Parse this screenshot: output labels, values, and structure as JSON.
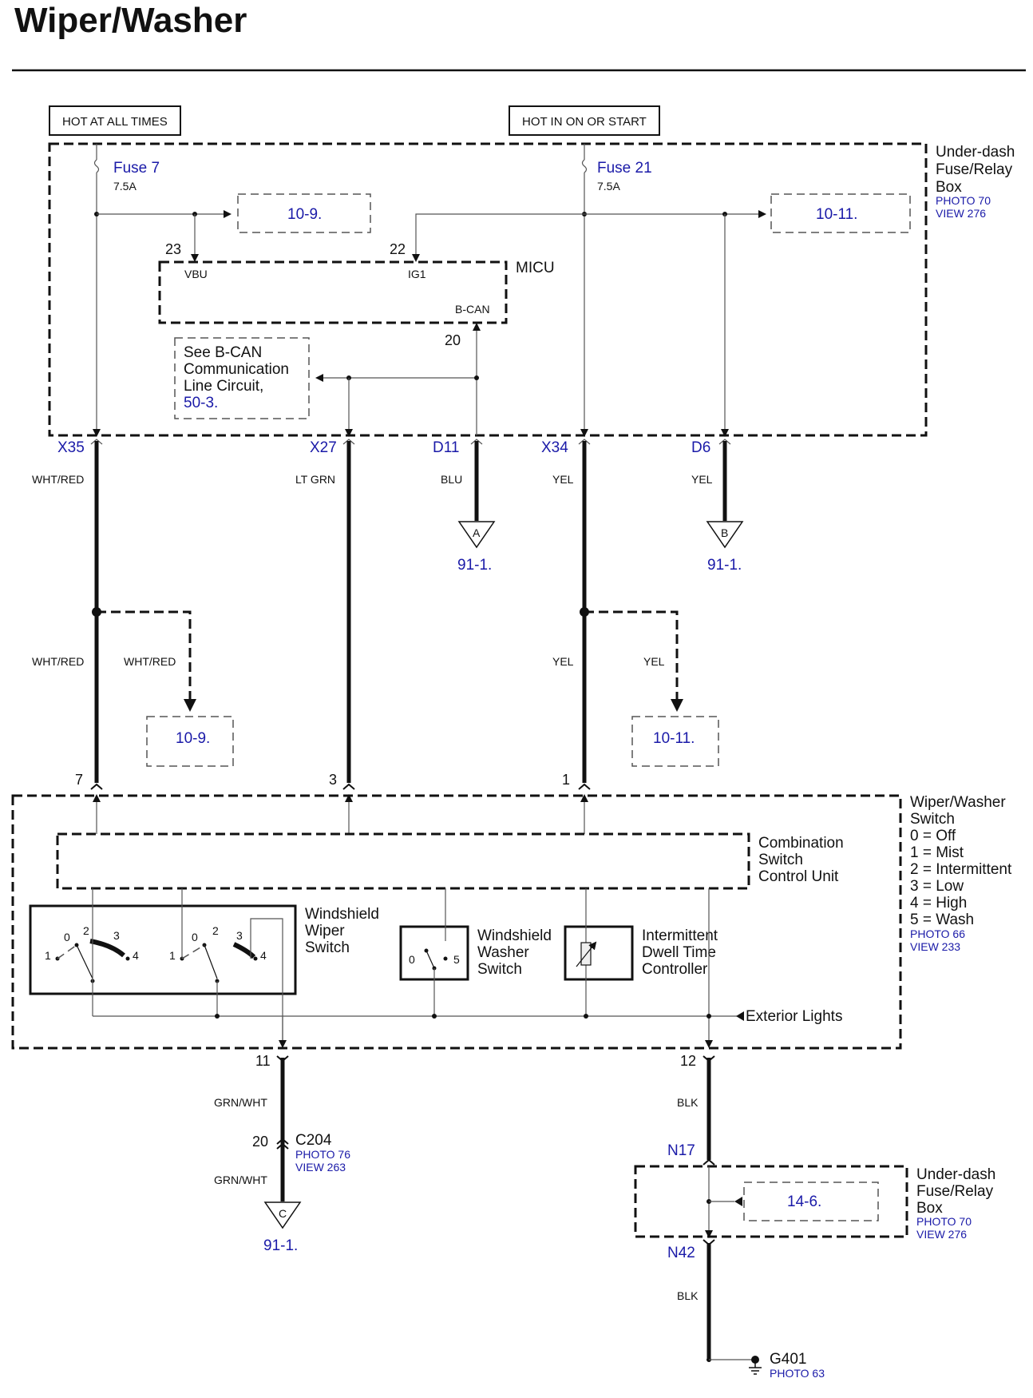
{
  "title": "Wiper/Washer",
  "power": {
    "hot_all": "HOT AT ALL TIMES",
    "hot_on": "HOT IN ON OR START"
  },
  "fuses": [
    {
      "name": "Fuse 7",
      "rating": "7.5A"
    },
    {
      "name": "Fuse 21",
      "rating": "7.5A"
    }
  ],
  "underdash_box": {
    "lines": [
      "Under-dash",
      "Fuse/Relay",
      "Box"
    ],
    "photo": "PHOTO 70",
    "view": "VIEW 276"
  },
  "refs": {
    "r10_9": "10-9.",
    "r10_11": "10-11.",
    "r91_1": "91-1.",
    "r50_3": "50-3.",
    "r14_6": "14-6."
  },
  "micu": {
    "name": "MICU",
    "vbu": "VBU",
    "ig1": "IG1",
    "bcan": "B-CAN",
    "pin_vbu": "23",
    "pin_ig1": "22",
    "pin_bcan": "20"
  },
  "bcan_note": [
    "See B-CAN",
    "Communication",
    "Line Circuit,"
  ],
  "connectors": {
    "x35": "X35",
    "x27": "X27",
    "d11": "D11",
    "x34": "X34",
    "d6": "D6",
    "n17": "N17",
    "n42": "N42"
  },
  "wires": {
    "wht_red": "WHT/RED",
    "lt_grn": "LT GRN",
    "blu": "BLU",
    "yel": "YEL",
    "grn_wht": "GRN/WHT",
    "blk": "BLK"
  },
  "triangles": {
    "a": "A",
    "b": "B",
    "c": "C"
  },
  "switch_pins": {
    "p7": "7",
    "p3": "3",
    "p1": "1",
    "p11": "11",
    "p12": "12",
    "p20": "20"
  },
  "wiper_switch": {
    "lines": [
      "Wiper/Washer",
      "Switch"
    ],
    "positions": [
      "0 = Off",
      "1 = Mist",
      "2 = Intermittent",
      "3 = Low",
      "4 = High",
      "5 = Wash"
    ],
    "photo": "PHOTO 66",
    "view": "VIEW 233"
  },
  "combo_unit": [
    "Combination",
    "Switch",
    "Control Unit"
  ],
  "windshield_wiper_sw": [
    "Windshield",
    "Wiper",
    "Switch"
  ],
  "windshield_washer_sw": [
    "Windshield",
    "Washer",
    "Switch"
  ],
  "dwell_controller": [
    "Intermittent",
    "Dwell Time",
    "Controller"
  ],
  "exterior_lights": "Exterior Lights",
  "sw_digits": {
    "d0": "0",
    "d1": "1",
    "d2": "2",
    "d3": "3",
    "d4": "4",
    "d5": "5"
  },
  "c204": {
    "name": "C204",
    "photo": "PHOTO 76",
    "view": "VIEW 263"
  },
  "g401": {
    "name": "G401",
    "photo": "PHOTO 63"
  }
}
